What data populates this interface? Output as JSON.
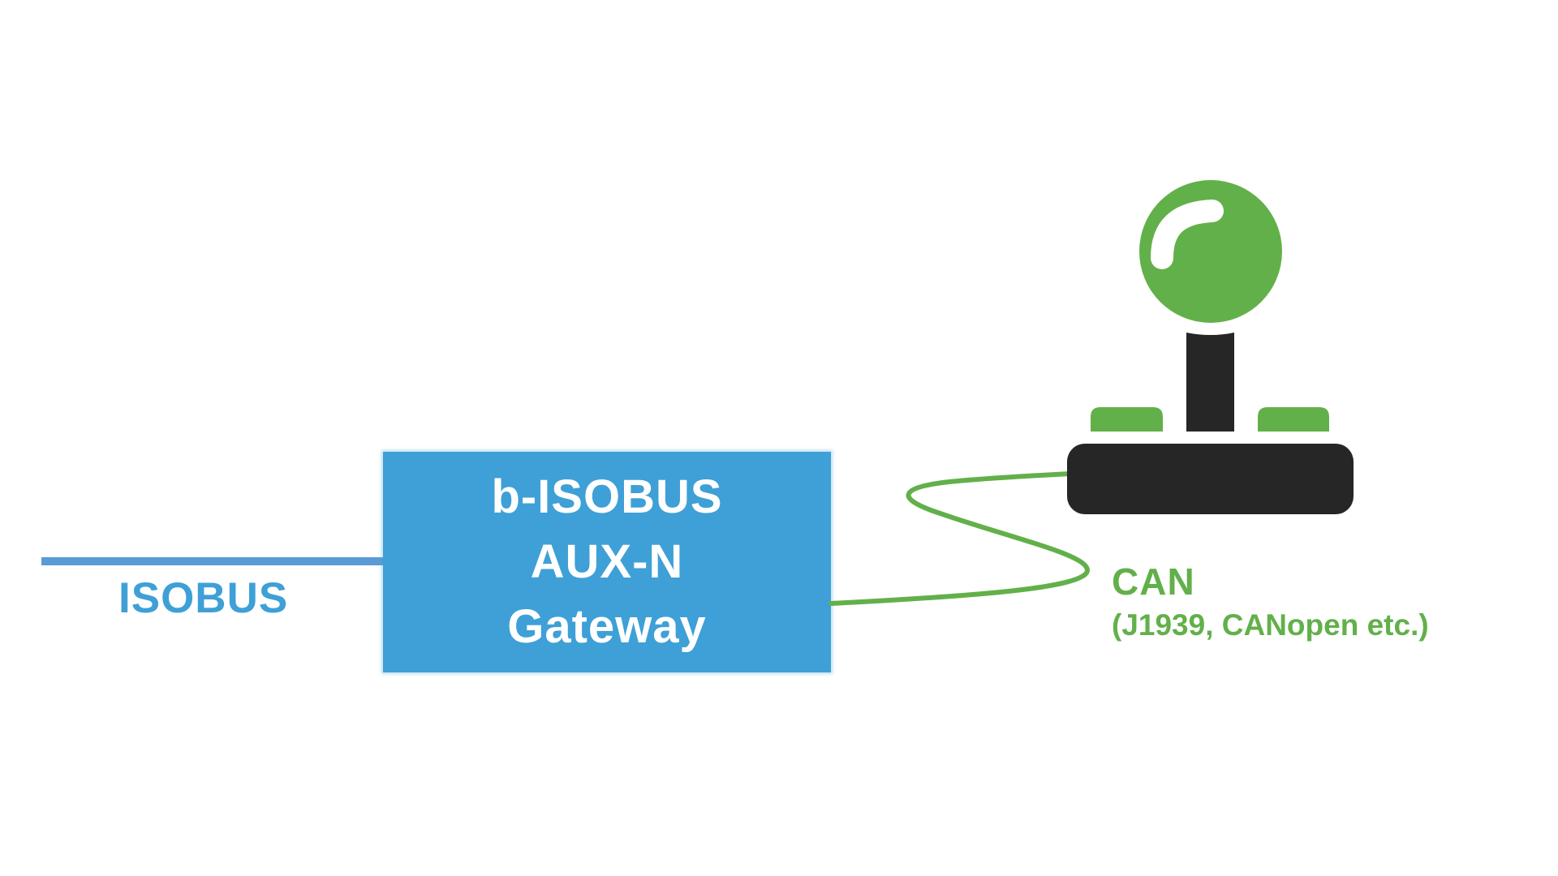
{
  "diagram": {
    "isobus": {
      "label": "ISOBUS",
      "color": "#3ea0d6",
      "line_color": "#5b9bd5"
    },
    "gateway": {
      "lines": [
        "b-ISOBUS",
        "AUX-N",
        "Gateway"
      ],
      "fill_color": "#3ea0d6",
      "text_color": "#ffffff"
    },
    "can": {
      "label": "CAN",
      "sublabel": "(J1939, CANopen etc.)",
      "color": "#62b04a"
    },
    "joystick": {
      "icon": "joystick-icon",
      "knob_color": "#62b04a",
      "body_color": "#262626"
    }
  }
}
